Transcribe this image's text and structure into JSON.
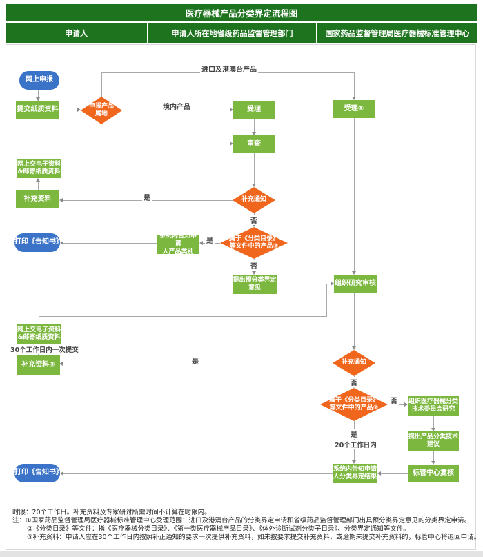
{
  "header": {
    "title": "医疗器械产品分类界定流程图",
    "columns": [
      "申请人",
      "申请人所在地省级药品监督管理部门",
      "国家药品监督管理局医疗器械标准管理中心"
    ]
  },
  "nodes": {
    "online_declare": "网上申报",
    "submit_paper": "提交纸质资料",
    "product_locality": "申报产品\n属地",
    "accept_provincial": "受理",
    "accept_center": "受理①",
    "review": "审查",
    "submit_e1": "网上交电子资料\n&邮寄纸质资料",
    "supplement1": "补充资料",
    "supplement_notice1": "补充通知",
    "in_catalog1": "属于《分类目录》\n等文件中的产品②",
    "notify_category": "系统内告知申请\n人产品类别",
    "print_notice1": "打印《告知书》",
    "pre_opinion": "提出预分类界定\n意见",
    "org_review": "组织研究审核",
    "submit_e2": "网上交电子资料\n&邮寄纸质资料",
    "supplement2": "补充资料③",
    "supplement_notice2": "补充通知",
    "in_catalog2": "属于《分类目录》\n等文件中的产品②",
    "committee": "组织医疗器械分类\n技术委员会研究",
    "tech_advice": "提出产品分类技术\n建议",
    "center_recheck": "标管中心复核",
    "notify_result": "系统内告知申请\n人分类界定结果",
    "print_notice2": "打印《告知书》"
  },
  "edge_labels": {
    "import_route": "进口及港澳台产品",
    "domestic_route": "境内产品",
    "yes1": "是",
    "no1": "否",
    "yes2": "是",
    "no2": "否",
    "yes3": "是",
    "no3": "否",
    "no4": "否",
    "yes4": "是",
    "within20": "20个工作日内",
    "submit_once": "30个工作日内一次提交"
  },
  "notes": {
    "line1": "时限：20个工作日。补充资料及专家研讨所需时间不计算在时限内。",
    "line2": "注：①国家药品监督管理局医疗器械标准管理中心受理范围：进口及港澳台产品的分类界定申请和省级药品监督管理部门出具预分类界定意见的分类界定申请。",
    "line3": "②《分类目录》等文件：指《医疗器械分类目录》、《第一类医疗器械产品目录》、《体外诊断试剂分类子目录》、分类界定通知等文件。",
    "line4": "③补充资料：申请人应在30个工作日内按照补正通知的要求一次提供补充资料，如未按要求提交补充资料，或逾期未提交补充资料的，标管中心将退回申请。"
  },
  "colors": {
    "header_green": "#1E741E",
    "process_green": "#7CB83F",
    "decision_orange": "#F0661C",
    "terminal_blue": "#3B73C8",
    "line_gray": "#a8a8a8"
  }
}
